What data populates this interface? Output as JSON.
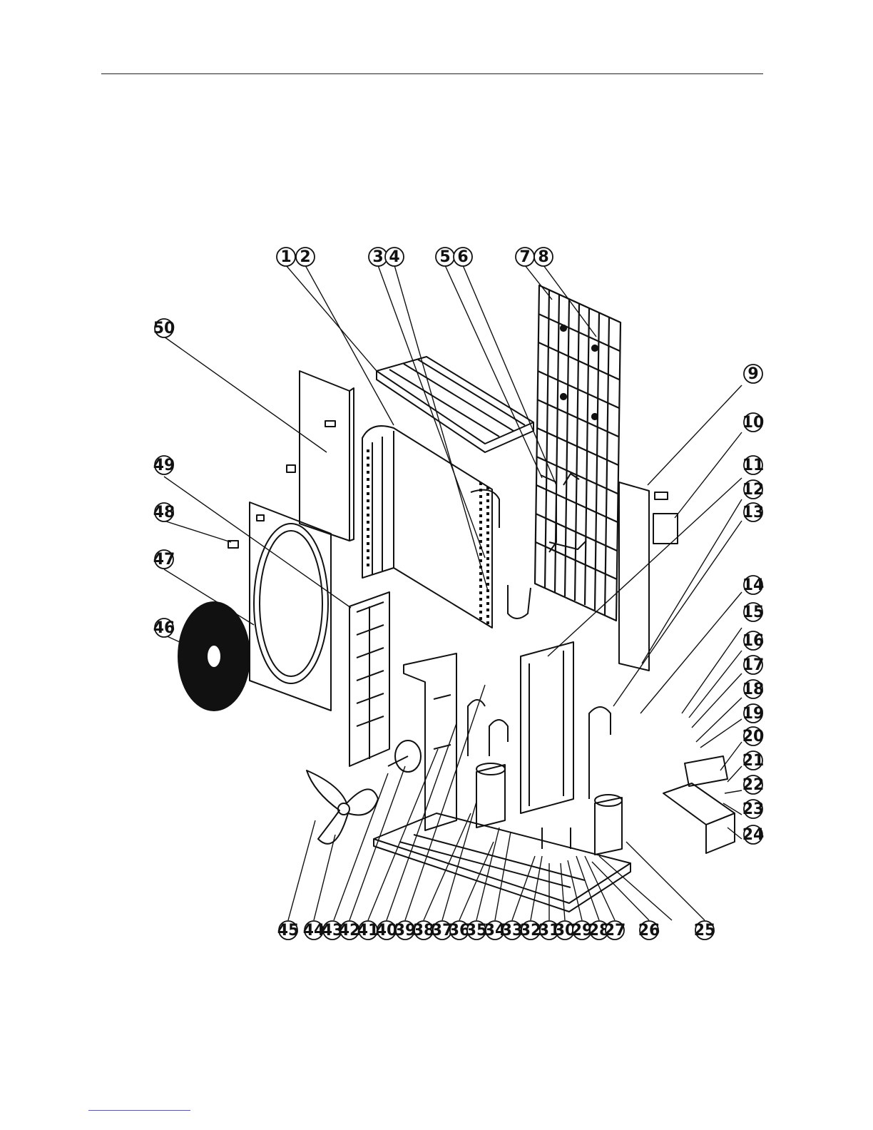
{
  "page": {
    "header_rule": true,
    "footer_rule_color": "#5a5ab4"
  },
  "diagram": {
    "kind": "exploded-view parts drawing, outdoor air-conditioner unit",
    "callouts_top": [
      "1",
      "2",
      "3",
      "4",
      "5",
      "6",
      "7",
      "8"
    ],
    "callouts_right": [
      "9",
      "10",
      "11",
      "12",
      "13",
      "14",
      "15",
      "16",
      "17",
      "18",
      "19",
      "20",
      "21",
      "22",
      "23",
      "24"
    ],
    "callouts_bottom": [
      "45",
      "44",
      "43",
      "42",
      "41",
      "40",
      "39",
      "38",
      "37",
      "36",
      "35",
      "34",
      "33",
      "32",
      "31",
      "30",
      "29",
      "28",
      "27",
      "26",
      "25"
    ],
    "callouts_left": [
      "50",
      "49",
      "48",
      "47",
      "46"
    ],
    "line_color": "#111111"
  }
}
